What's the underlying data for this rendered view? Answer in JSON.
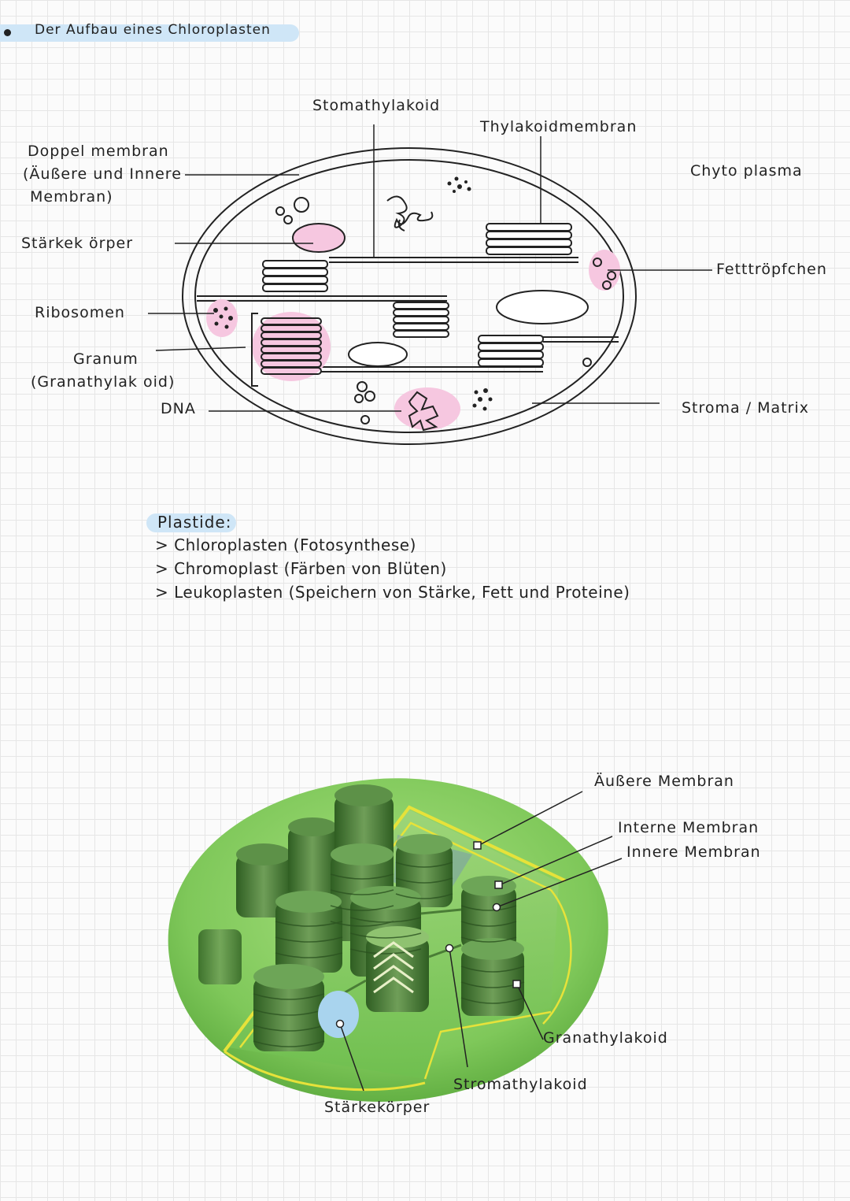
{
  "header": {
    "title": "Der Aufbau eines Chloroplasten"
  },
  "diagram1": {
    "labels": {
      "stomathylakoid": "Stomathylakoid",
      "thylakoidmembran": "Thylakoidmembran",
      "doppelmembran_1": "Doppel membran",
      "doppelmembran_2": "(Äußere und Innere",
      "doppelmembran_3": "Membran)",
      "chytoplasma": "Chyto plasma",
      "staerkekoerper": "Stärkek örper",
      "fetttroepfchen": "Fetttröpfchen",
      "ribosomen": "Ribosomen",
      "granum_1": "Granum",
      "granum_2": "(Granathylak oid)",
      "dna": "DNA",
      "stroma": "Stroma / Matrix"
    }
  },
  "plastide": {
    "title": "Plastide:",
    "items": [
      "> Chloroplasten (Fotosynthese)",
      "> Chromoplast (Färben von Blüten)",
      "> Leukoplasten (Speichern von Stärke, Fett und Proteine)"
    ]
  },
  "diagram2": {
    "labels": {
      "aeussere": "Äußere Membran",
      "interne": "Interne Membran",
      "innere": "Innere Membran",
      "granathylakoid": "Granathylakoid",
      "stromathylakoid": "Stromathylakoid",
      "staerkekoerper": "Stärkekörper"
    }
  },
  "colors": {
    "highlight": "#cfe6f7",
    "pink": "#f6c7e0",
    "green_dark": "#3f7a2e",
    "green_light": "#8fd36a",
    "membrane_yellow": "#e6e23a",
    "starch_blue": "#a9d4ee"
  }
}
